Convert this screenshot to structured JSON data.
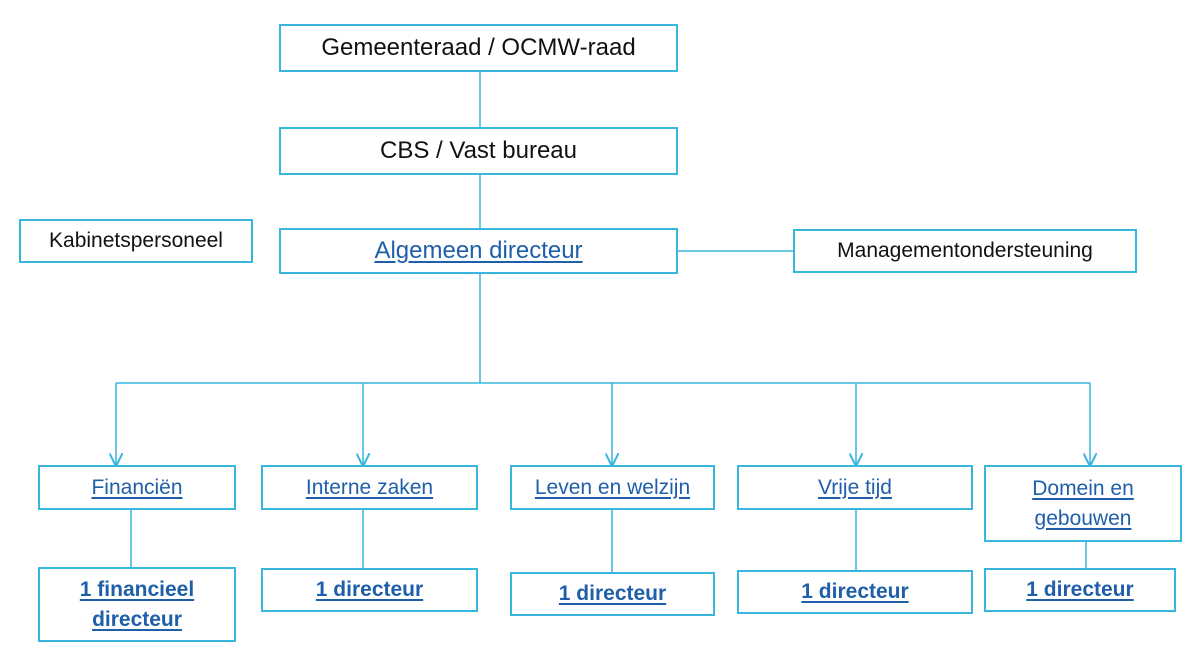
{
  "top": {
    "council": "Gemeenteraad / OCMW-raad",
    "board": "CBS / Vast bureau",
    "director": "Algemeen directeur"
  },
  "side": {
    "left": "Kabinetspersoneel",
    "right": "Managementondersteuning"
  },
  "departments": [
    {
      "name": "Financiën",
      "head": "1 financieel directeur"
    },
    {
      "name": "Interne zaken",
      "head": "1 directeur"
    },
    {
      "name": "Leven en welzijn",
      "head": "1 directeur"
    },
    {
      "name": "Vrije tijd",
      "head": "1 directeur"
    },
    {
      "name": "Domein en gebouwen",
      "head": "1 directeur"
    }
  ],
  "colors": {
    "line": "#38b6dd",
    "link": "#1f5faa",
    "text": "#111111"
  }
}
